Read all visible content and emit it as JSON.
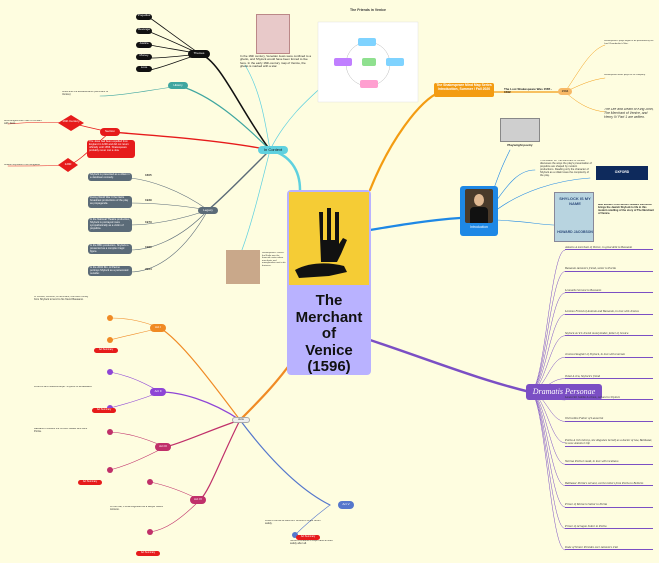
{
  "central": {
    "title_lines": [
      "The",
      "Merchant of",
      "Venice",
      "(1596)"
    ]
  },
  "themes": {
    "hub": "Themes",
    "items": [
      "Prejudice",
      "Revenge",
      "Justice",
      "Money",
      "Love"
    ]
  },
  "context": {
    "hub": "In Context",
    "history_label": "History",
    "history_note": "Jews and the Elizabethans (Merchant of Venice)",
    "venice_intro": "In the 16th century, Venetian Jews were confined to a ghetto, and Shylock would have been forced to live here. In the early 16th-century map of Venice, the ghetto is marked with a star.",
    "section_label": "Section",
    "century_label": "16th Century",
    "jews_label": "1290",
    "century_note": "Most Englishmen had no contact with Jews",
    "jews_note": "Jewish expulsion from England",
    "red_note": "The Jews had been expelled from England in 1290 and did not return officially until 1656. Shakespeare probably never met a Jew.",
    "legacy_label": "Legacy",
    "years": [
      "1605",
      "1939",
      "1973",
      "1980",
      "2004"
    ],
    "legacy_notes": [
      "Shylock is presented as a villain in a Jacobean comedy.",
      "During World War II the Nazis broadcast productions of the play as propaganda.",
      "In the National Theatre production, Shylock is portrayed more sympathetically as a victim of prejudice.",
      "In the BBC production, Shylock is presented as a complex tragic figure.",
      "In the 2004 film, Al Pacino portrays Shylock as a persecuted outsider."
    ],
    "jewish_quote": "Shakespeare's Venice: the Rialto was the financial centre where merchants and moneylenders met to do business.",
    "diagram_title": "The Friends in Venice"
  },
  "wiki": {
    "title": "The Shakespeare Mind Map Series Introduction, Summer / Fall 2020",
    "lost_years": "The Lost Shakespeare Was 1585 - 1592",
    "label_1594": "1594",
    "note_a": "Shakespeare's plays began to be performed by the Lord Chamberlain's Men.",
    "note_b": "Shakespeare writes plays for his company.",
    "note_c": "The Life and Death of King John, The Merchant of Venice, and Henry IV Part 1 are written."
  },
  "intro": {
    "hub": "Introduction",
    "playwright": "Playwright poetry",
    "summary": "This lesson on The Merchant of Venice discusses the ways the play's presentation of prejudice are shaped by modern productions. Reading only the character of Shylock as a villain loses the complexity of the play.",
    "oxford": "OXFORD",
    "book_title": "SHYLOCK IS MY NAME",
    "book_author": "HOWARD JACOBSON",
    "book_note": "Man Booker Prize winner Howard Jacobson brings the Jewish Shylock to life in this modern retelling of the story of The Merchant of Venice."
  },
  "dramatis": {
    "hub": "Dramatis Personae",
    "people": [
      "Antonio A merchant of Venice, in great debt to Bassanio",
      "Bassanio Antonio's friend, suitor to Portia",
      "Leonardo Servant to Bassanio",
      "Lorenzo Friend of Antonio and Bassanio, in love with Jessica",
      "Shylock A rich Jewish moneylender, father of Jessica",
      "Jessica Daughter of Shylock, in love with Lorenzo",
      "Tubal A Jew, Shylock's friend",
      "Launcelot Gobbo A clown, servant to Shylock",
      "Old Gobbo Father of Launcelot",
      "Portia A rich heiress, she disguises herself as a doctor of law, Balthazar, to save Antonio's life",
      "Nerissa Portia's maid, in love with Gratiano",
      "Balthazar Portia's servant, carries letters from Portia to Bellario",
      "Prince of Morocco Suitor to Portia",
      "Prince of Arragon Suitor to Portia",
      "Duke of Venice Presides over Antonio's trial"
    ]
  },
  "acts": {
    "hub": "Acts",
    "names": [
      "Act I",
      "Act II",
      "Act III",
      "Act IV",
      "Act V"
    ],
    "summary_label": "Act Summary",
    "note_act1": "In Venice, Antonio, a merchant, borrows money from Shylock to lend to his friend Bassanio.",
    "note_act2": "Lorenzo and Jessica elope. Shylock is devastated.",
    "note_act3": "Bassanio chooses the correct casket and wins Portia.",
    "note_act4": "At the trial, Portia disguised as a lawyer saves Antonio.",
    "note_act5": "Lovers reunite at Belmont. Antonio's ships return safely.",
    "act5_extra": "Some of Antonio's ships have arrived safely after all."
  },
  "colors": {
    "background": "#fefde0",
    "central_fill": "#b9b2ff",
    "central_image_bg": "#f5cc35",
    "intro_blue": "#1e88e5",
    "dramatis_purple": "#7b4fc4",
    "wiki_orange": "#f39c12",
    "context_cyan": "#5fd1df",
    "acts_orange": "#f08a24",
    "act2_purple": "#8e45d6",
    "act3_magenta": "#c0306a",
    "themes_black": "#111111",
    "legacy_slate": "#5b6b78",
    "history_teal": "#3fa6a0",
    "section_red": "#e61b1b"
  }
}
